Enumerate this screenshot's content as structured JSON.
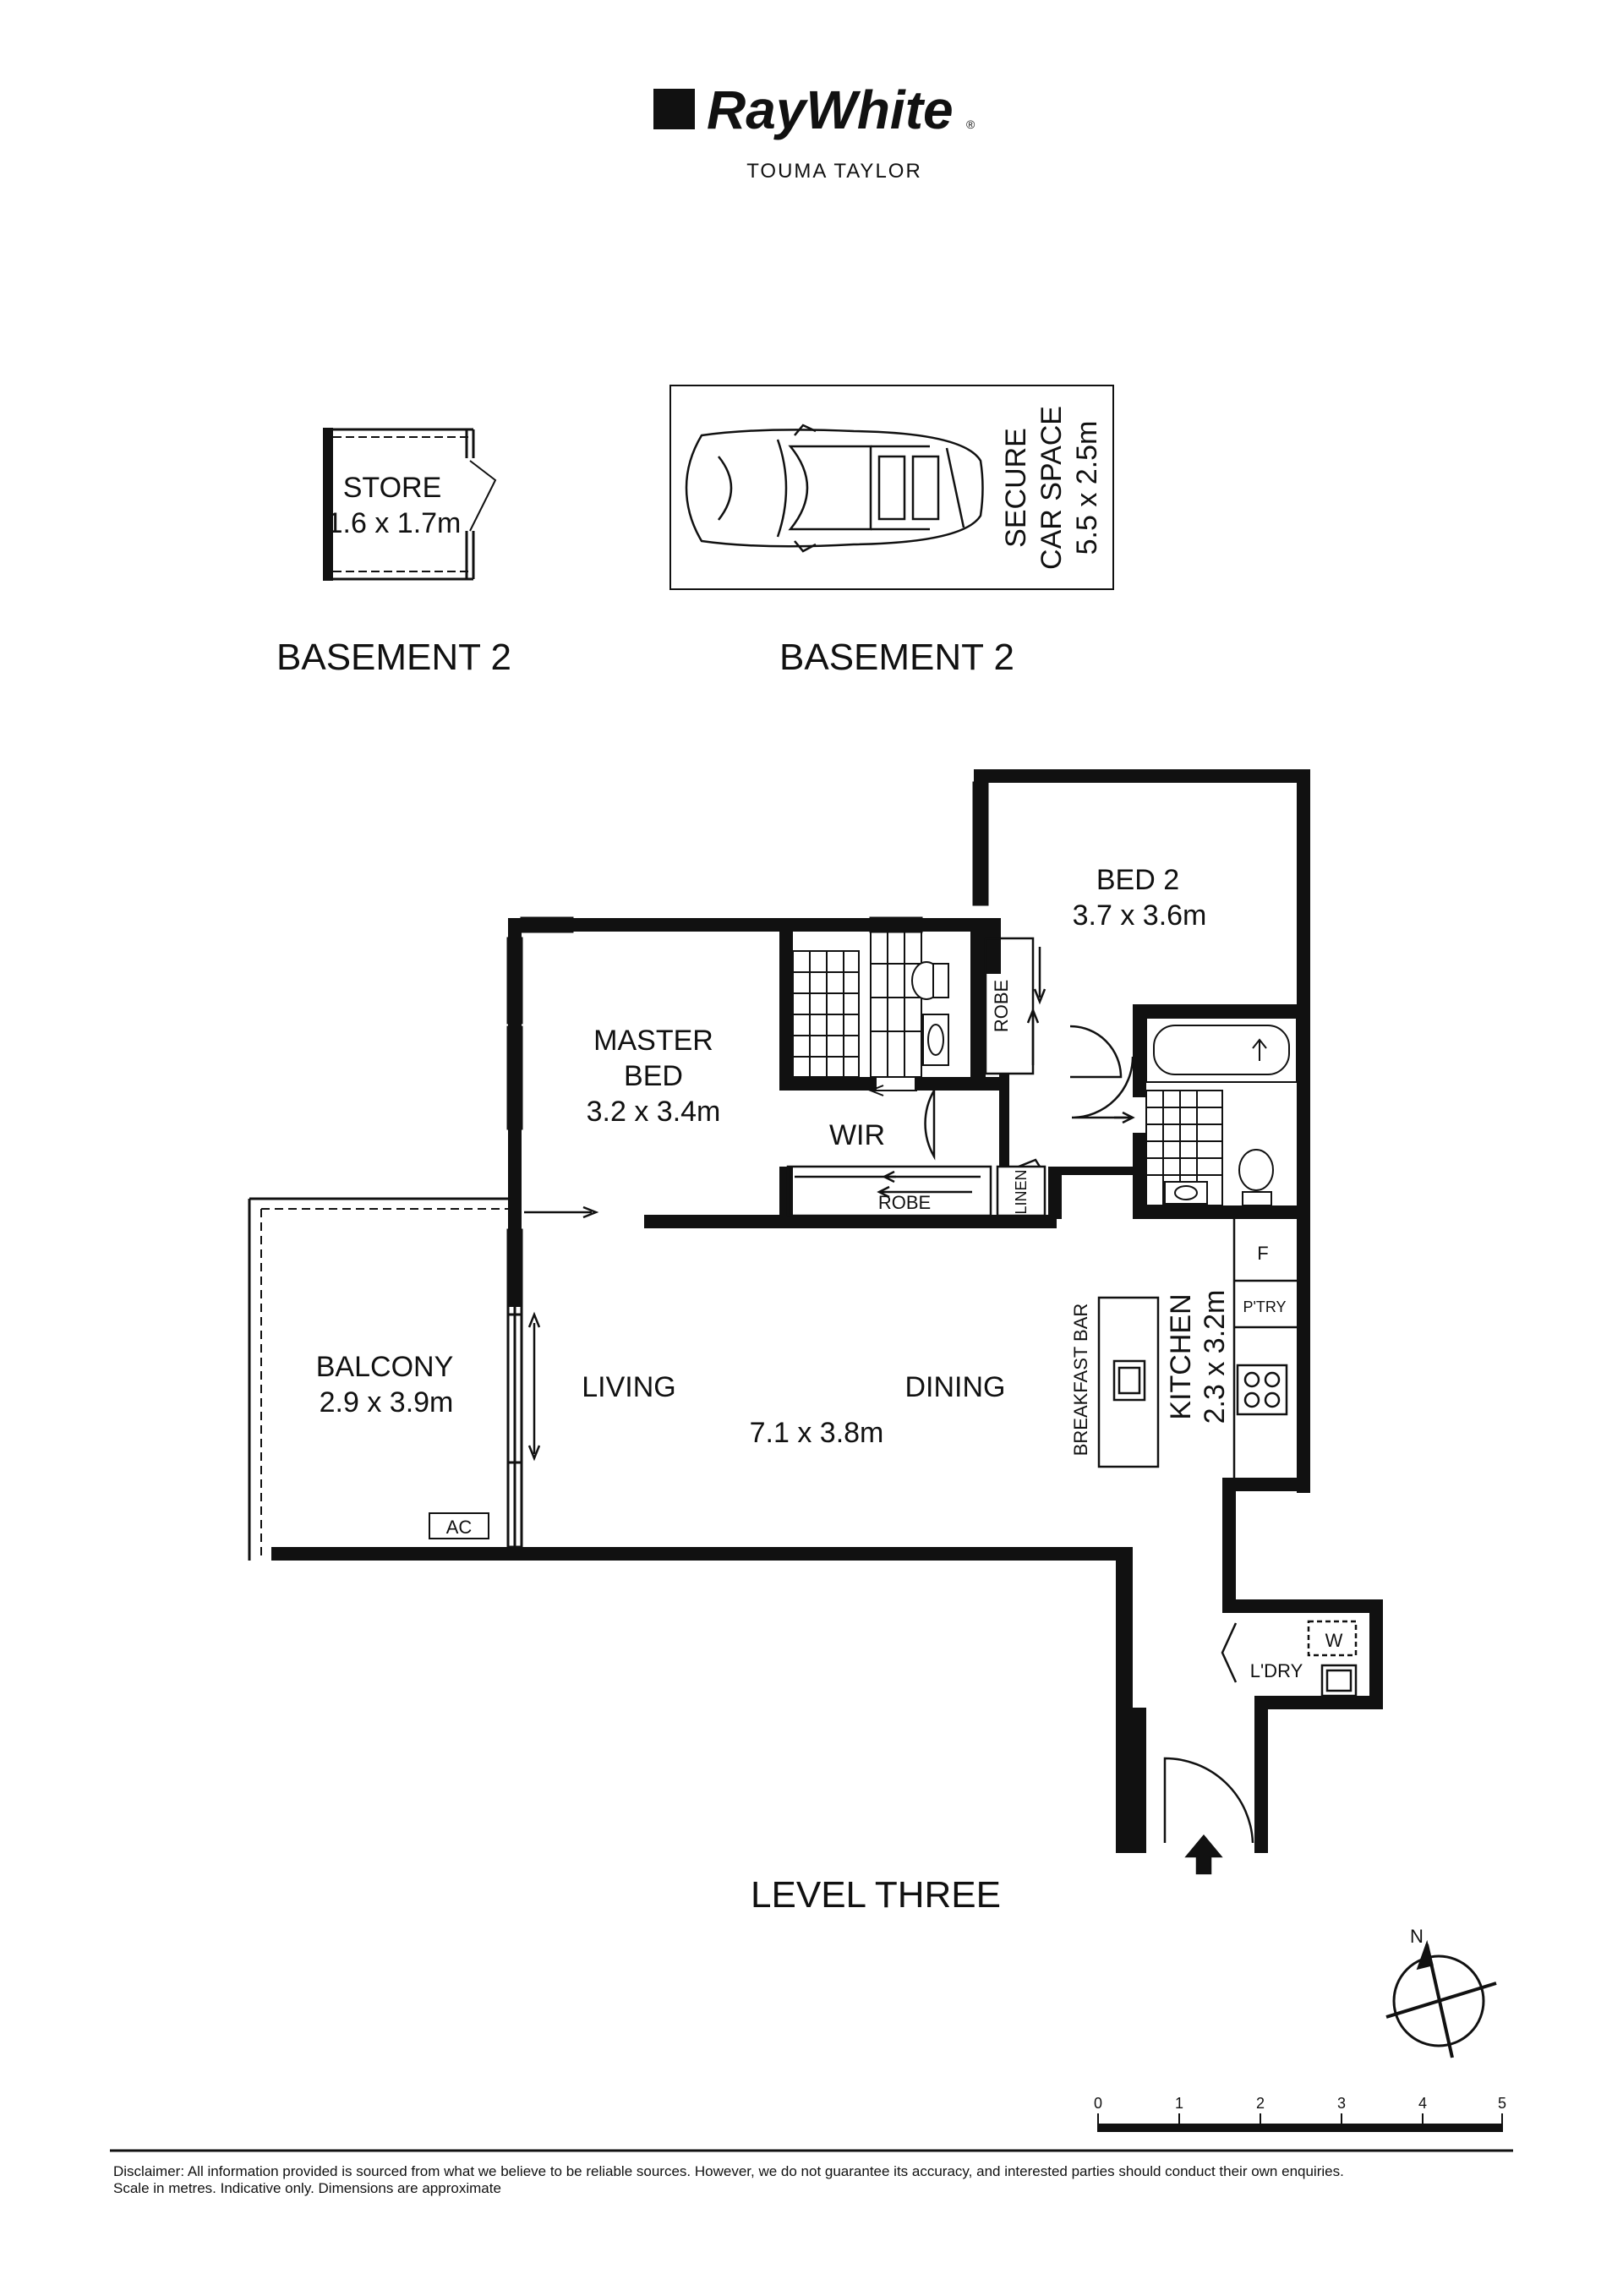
{
  "brand": {
    "name": "RayWhite",
    "registered": "®",
    "office": "TOUMA TAYLOR"
  },
  "basement": {
    "store_label": "STORE",
    "store_dim": "1.6 x 1.7m",
    "store_caption": "BASEMENT 2",
    "car_label_1": "SECURE",
    "car_label_2": "CAR SPACE",
    "car_dim": "5.5 x 2.5m",
    "car_caption": "BASEMENT 2"
  },
  "level": {
    "caption": "LEVEL THREE",
    "bed2_label": "BED 2",
    "bed2_dim": "3.7 x 3.6m",
    "master_label_1": "MASTER",
    "master_label_2": "BED",
    "master_dim": "3.2 x 3.4m",
    "wir": "WIR",
    "robe_1": "ROBE",
    "robe_2": "ROBE",
    "linen": "LINEN",
    "balcony_label": "BALCONY",
    "balcony_dim": "2.9 x 3.9m",
    "ac": "AC",
    "living": "LIVING",
    "dining": "DINING",
    "living_dim": "7.1 x 3.8m",
    "breakfast_bar": "BREAKFAST BAR",
    "kitchen_label": "KITCHEN",
    "kitchen_dim": "2.3 x 3.2m",
    "fridge": "F",
    "pantry": "P'TRY",
    "laundry": "L'DRY",
    "washer": "W"
  },
  "compass": {
    "north": "N"
  },
  "scale": {
    "ticks": [
      "0",
      "1",
      "2",
      "3",
      "4",
      "5"
    ]
  },
  "disclaimer": {
    "line1": "Disclaimer: All information provided is sourced from what we believe to be reliable sources. However, we do not guarantee  its   accuracy, and interested parties should conduct their own enquiries.",
    "line2": "Scale in metres. Indicative only. Dimensions are approximate"
  }
}
